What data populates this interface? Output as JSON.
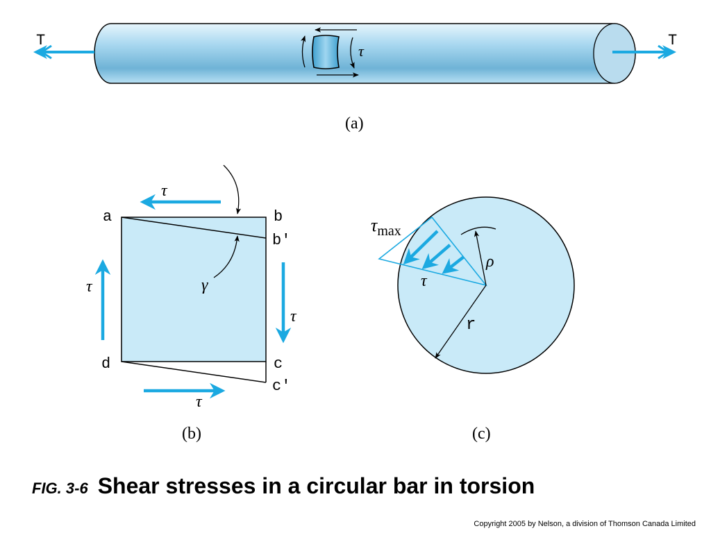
{
  "colors": {
    "bar_fill": "#b9e1f4",
    "bar_dark": "#6fb3d6",
    "element_fill": "#c9eaf8",
    "arrow_blue": "#1ba9e1",
    "stroke": "#000000"
  },
  "panel_a": {
    "torque_left": "T",
    "torque_right": "T",
    "tau": "τ",
    "label": "(a)"
  },
  "panel_b": {
    "corner_a": "a",
    "corner_b": "b",
    "corner_b_prime": "b'",
    "corner_c": "c",
    "corner_c_prime": "c'",
    "corner_d": "d",
    "tau_top": "τ",
    "tau_left": "τ",
    "tau_right": "τ",
    "tau_bottom": "τ",
    "gamma": "γ",
    "label": "(b)"
  },
  "panel_c": {
    "tau_max": "τ",
    "tau_max_sub": "max",
    "tau": "τ",
    "rho": "ρ",
    "radius": "r",
    "label": "(c)"
  },
  "caption": {
    "fig_number": "FIG. 3-6",
    "title": "Shear stresses in a circular bar in torsion"
  },
  "copyright": "Copyright 2005 by Nelson, a division of Thomson Canada Limited"
}
